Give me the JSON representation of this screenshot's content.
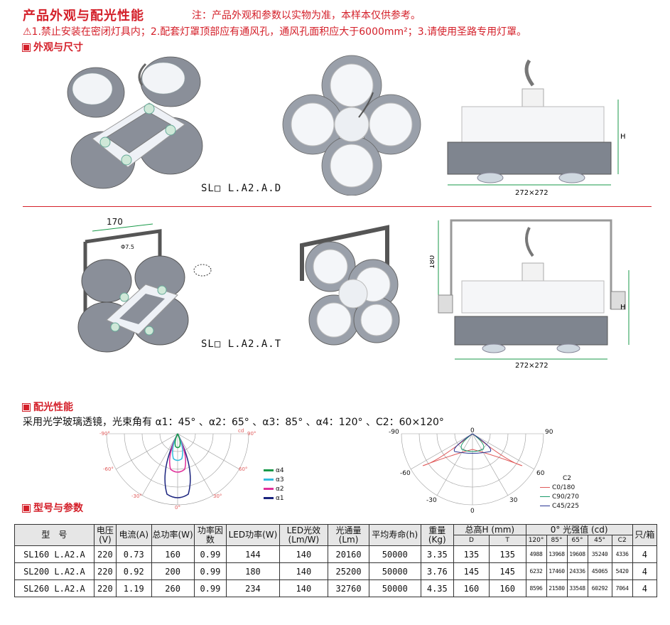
{
  "header": {
    "title": "产品外观与配光性能",
    "note": "注：产品外观和参数以实物为准，本样本仅供参考。",
    "warning": "⚠1.禁止安装在密闭灯具内；2.配套灯罩顶部应有通风孔，通风孔面积应大于6000mm²；3.请使用圣路专用灯罩。"
  },
  "appearance": {
    "section_title": "外观与尺寸",
    "model_top": "SL□ L.A2.A.D",
    "model_bottom": "SL□ L.A2.A.T",
    "dim_272": "272×272",
    "dim_h": "H",
    "dim_170": "170",
    "dim_180": "180",
    "dim_phi": "Φ7.5",
    "dim_h2": "H"
  },
  "optics": {
    "section_title": "配光性能",
    "description": "采用光学玻璃透镜，光束角有 α1：45° 、α2：65° 、α3：85° 、α4：120° 、C2：60×120°",
    "left_chart": {
      "labels": [
        "-90°",
        "90°",
        "-60°",
        "60°",
        "-30°",
        "30°",
        "0°",
        "cd"
      ],
      "legend": [
        {
          "name": "α4",
          "color": "#1a9a4a"
        },
        {
          "name": "α3",
          "color": "#33bbdd"
        },
        {
          "name": "α2",
          "color": "#e0309a"
        },
        {
          "name": "α1",
          "color": "#1a237e"
        }
      ]
    },
    "right_chart": {
      "labels": [
        "-90",
        "0",
        "90",
        "-60",
        "60",
        "-30",
        "30",
        "0"
      ],
      "legend_title": "C2",
      "legend": [
        {
          "name": "C0/180",
          "color": "#e05a5a"
        },
        {
          "name": "C90/270",
          "color": "#1a9a6a"
        },
        {
          "name": "C45/225",
          "color": "#283593"
        }
      ]
    }
  },
  "params": {
    "section_title": "型号与参数",
    "headers": {
      "model": "型　号",
      "voltage": "电压(V)",
      "current": "电流(A)",
      "total_power": "总功率(W)",
      "power_factor": "功率因数",
      "led_power": "LED功率(W)",
      "led_efficacy": "LED光效(Lm/W)",
      "flux": "光通量(Lm)",
      "lifetime": "平均寿命(h)",
      "weight": "重量(Kg)",
      "total_height": "总高H (mm)",
      "height_d": "D",
      "height_t": "T",
      "intensity": "0° 光强值 (cd)",
      "i120": "120°",
      "i85": "85°",
      "i65": "65°",
      "i45": "45°",
      "ic2": "C2",
      "per_box": "只/箱"
    },
    "rows": [
      {
        "model": "SL160 L.A2.A",
        "voltage": "220",
        "current": "0.73",
        "total_power": "160",
        "pf": "0.99",
        "led_power": "144",
        "efficacy": "140",
        "flux": "20160",
        "life": "50000",
        "weight": "3.35",
        "d": "135",
        "t": "135",
        "i120": "4988",
        "i85": "13968",
        "i65": "19608",
        "i45": "35240",
        "ic2": "4336",
        "box": "4"
      },
      {
        "model": "SL200 L.A2.A",
        "voltage": "220",
        "current": "0.92",
        "total_power": "200",
        "pf": "0.99",
        "led_power": "180",
        "efficacy": "140",
        "flux": "25200",
        "life": "50000",
        "weight": "3.76",
        "d": "145",
        "t": "145",
        "i120": "6232",
        "i85": "17460",
        "i65": "24336",
        "i45": "45065",
        "ic2": "5420",
        "box": "4"
      },
      {
        "model": "SL260 L.A2.A",
        "voltage": "220",
        "current": "1.19",
        "total_power": "260",
        "pf": "0.99",
        "led_power": "234",
        "efficacy": "140",
        "flux": "32760",
        "life": "50000",
        "weight": "4.35",
        "d": "160",
        "t": "160",
        "i120": "8596",
        "i85": "21580",
        "i65": "33548",
        "i45": "60292",
        "ic2": "7064",
        "box": "4"
      }
    ]
  }
}
